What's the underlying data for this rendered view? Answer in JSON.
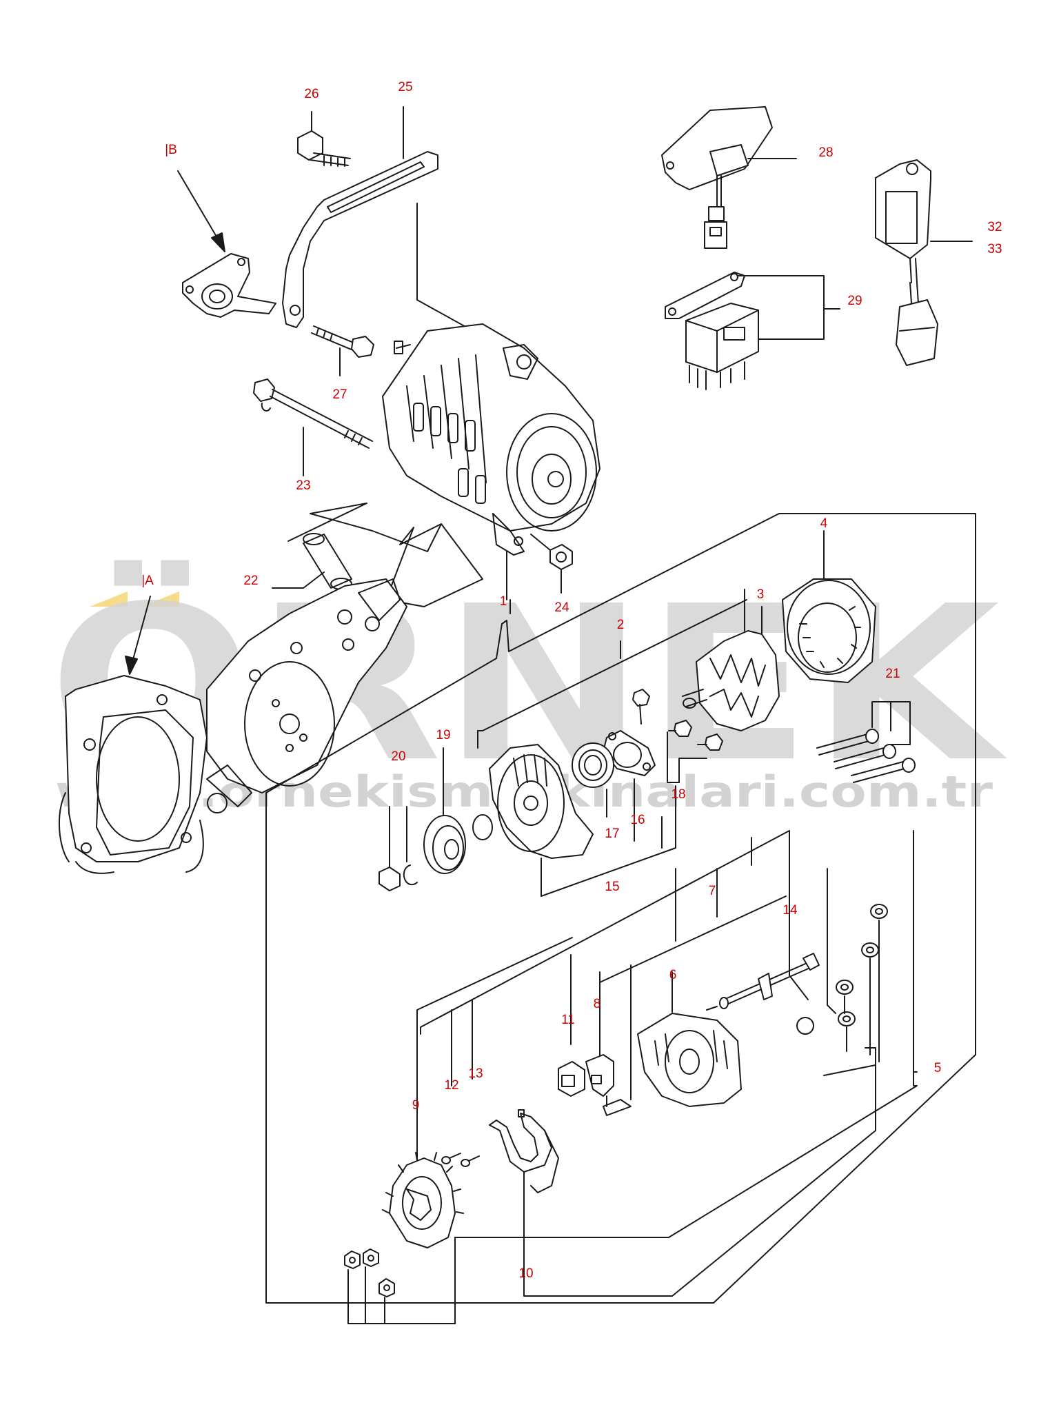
{
  "watermark": {
    "brand": "ÖRNEK",
    "url": "www.ornekismarkinalari.com.tr",
    "color": "#d4d4d4",
    "accent": "#f2d36b"
  },
  "colors": {
    "line": "#1a1a1a",
    "label": "#cc0000"
  },
  "labels": [
    {
      "id": "26",
      "text": "26"
    },
    {
      "id": "25",
      "text": "25"
    },
    {
      "id": "B",
      "text": "|B"
    },
    {
      "id": "28",
      "text": "28"
    },
    {
      "id": "32",
      "text": "32"
    },
    {
      "id": "33",
      "text": "33"
    },
    {
      "id": "29",
      "text": "29"
    },
    {
      "id": "27",
      "text": "27"
    },
    {
      "id": "23",
      "text": "23"
    },
    {
      "id": "4",
      "text": "4"
    },
    {
      "id": "3",
      "text": "3"
    },
    {
      "id": "22",
      "text": "22"
    },
    {
      "id": "A",
      "text": "|A"
    },
    {
      "id": "1",
      "text": "1"
    },
    {
      "id": "24",
      "text": "24"
    },
    {
      "id": "2",
      "text": "2"
    },
    {
      "id": "21",
      "text": "21"
    },
    {
      "id": "19",
      "text": "19"
    },
    {
      "id": "20",
      "text": "20"
    },
    {
      "id": "18",
      "text": "18"
    },
    {
      "id": "17",
      "text": "17"
    },
    {
      "id": "16",
      "text": "16"
    },
    {
      "id": "15",
      "text": "15"
    },
    {
      "id": "7",
      "text": "7"
    },
    {
      "id": "14",
      "text": "14"
    },
    {
      "id": "6",
      "text": "6"
    },
    {
      "id": "8",
      "text": "8"
    },
    {
      "id": "11",
      "text": "11"
    },
    {
      "id": "5",
      "text": "5"
    },
    {
      "id": "13",
      "text": "13"
    },
    {
      "id": "12",
      "text": "12"
    },
    {
      "id": "9",
      "text": "9"
    },
    {
      "id": "10",
      "text": "10"
    }
  ]
}
